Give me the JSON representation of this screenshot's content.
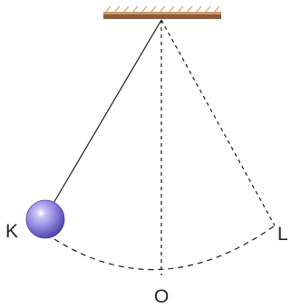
{
  "diagram": {
    "points": {
      "left": "K",
      "right": "L",
      "bottom": "O"
    },
    "colors": {
      "ceiling": "#8a5a3c",
      "ceiling_hatch": "#d9b48a",
      "string": "#1a1a1a",
      "bob_outer": "#4b3fa0",
      "bob_mid": "#8f86e0",
      "bob_highlight": "#ffffff"
    }
  }
}
